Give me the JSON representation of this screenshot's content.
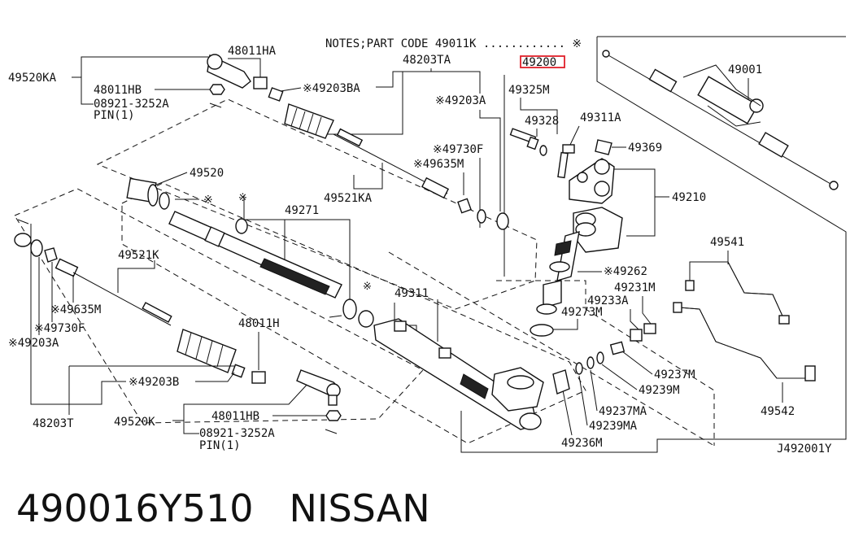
{
  "notes": "NOTES;PART CODE  49011K ............ ※",
  "highlight_color": "#e0202a",
  "diagram_id": "J492001Y",
  "footer": {
    "part_number": "490016Y510",
    "brand": "NISSAN"
  },
  "labels": {
    "p49200": "49200",
    "p49001": "49001",
    "p49325M": "49325M",
    "p49328": "49328",
    "p49311A": "49311A",
    "p49369": "49369",
    "p49210": "49210",
    "p49541": "49541",
    "p49262": "※49262",
    "p49231M": "49231M",
    "p49233A": "49233A",
    "p49273M": "49273M",
    "p49237M": "49237M",
    "p49239M": "49239M",
    "p49237MA": "49237MA",
    "p49239MA": "49239MA",
    "p49236M": "49236M",
    "p49542": "49542",
    "p48011HA": "48011HA",
    "p49520KA": "49520KA",
    "p48011HB_top": "48011HB",
    "p08921_top": "08921-3252A",
    "pin_top": "PIN(1)",
    "p48203TA": "48203TA",
    "p49203BA": "※49203BA",
    "p49203A_top": "※49203A",
    "p49730F_top": "※49730F",
    "p49635M_top": "※49635M",
    "p49521KA": "49521KA",
    "p49520": "49520",
    "star_a": "※",
    "p49271": "49271",
    "star_b": "※",
    "star_c": "※",
    "p49311": "49311",
    "p49521K": "49521K",
    "p49635M_left": "※49635M",
    "p49730F_left": "※49730F",
    "p49203A_left": "※49203A",
    "p48011H": "48011H",
    "p49203B": "※49203B",
    "p48203T": "48203T",
    "p49520K": "49520K",
    "p48011HB_bot": "48011HB",
    "p08921_bot": "08921-3252A",
    "pin_bot": "PIN(1)"
  }
}
